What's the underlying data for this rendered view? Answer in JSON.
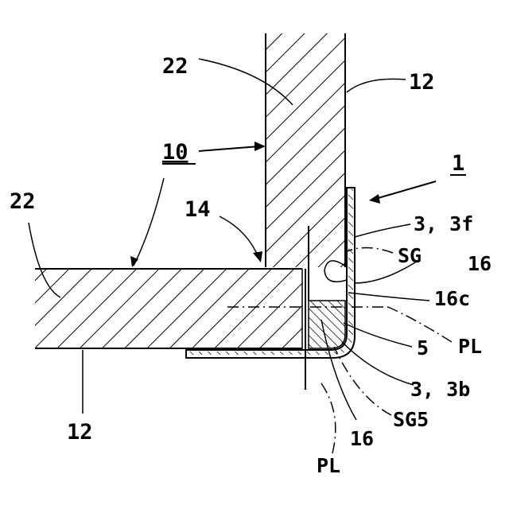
{
  "labels": {
    "top_22": "22",
    "top_12": "12",
    "ref_10": "10",
    "ref_1": "1",
    "left_22": "22",
    "ref_14": "14",
    "ref_3_3f": "3, 3f",
    "ref_SG": "SG",
    "ref_16_right": "16",
    "ref_16c": "16c",
    "ref_PL_right": "PL",
    "ref_5": "5",
    "ref_3_3b": "3, 3b",
    "ref_SG5": "SG5",
    "ref_16_bottom": "16",
    "ref_12_bottom": "12",
    "ref_PL_bottom": "PL"
  }
}
